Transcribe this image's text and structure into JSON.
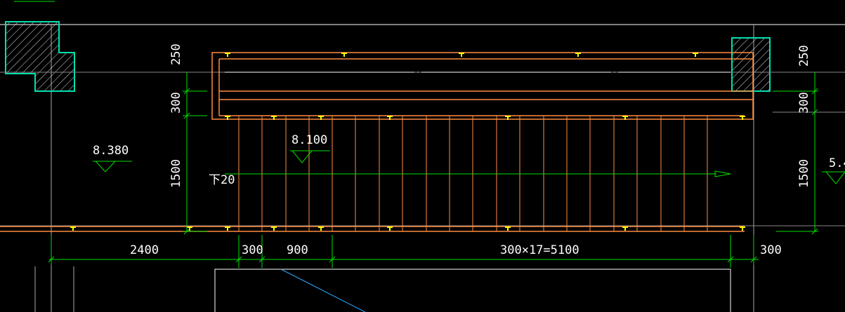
{
  "drawing": {
    "elevations": {
      "landing_left": "8.380",
      "stair_top": "8.100",
      "right_partial": "5.4"
    },
    "stair_direction": "下20",
    "dimensions": {
      "horizontal": [
        "2400",
        "300",
        "900",
        "300×17=5100",
        "300"
      ],
      "vertical_left": [
        "250",
        "300",
        "1500"
      ],
      "vertical_right": [
        "250",
        "300",
        "1500"
      ]
    },
    "colors": {
      "background": "#000000",
      "wall_line": "#ffffff",
      "stair_lines": "#ff8c40",
      "dimension_lines": "#00e000",
      "column_outline": "#00e0b0",
      "accent_blue": "#2fa8ff",
      "marker_yellow": "#ffff00",
      "text": "#ffffff"
    }
  }
}
